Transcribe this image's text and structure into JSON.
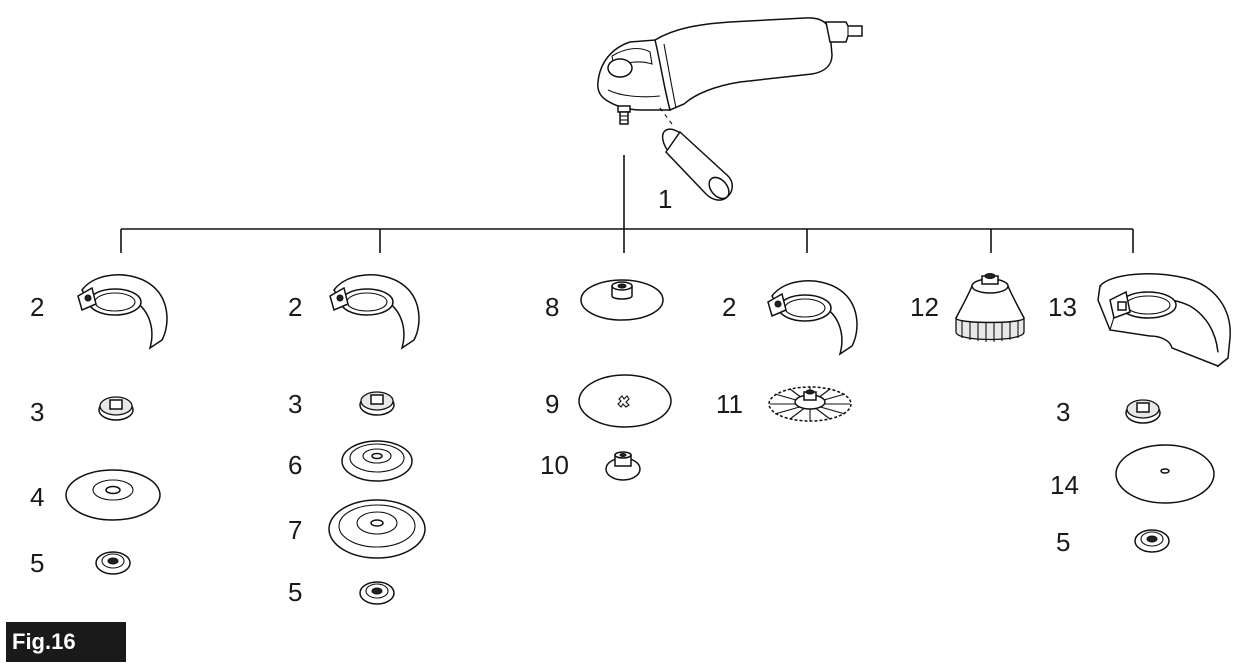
{
  "figure_label": "Fig.16",
  "item_numbers": {
    "n1": "1",
    "col1": [
      "2",
      "3",
      "4",
      "5"
    ],
    "col2": [
      "2",
      "3",
      "6",
      "7",
      "5"
    ],
    "col3": [
      "8",
      "9",
      "10"
    ],
    "col4": [
      "2",
      "11"
    ],
    "col5": [
      "12"
    ],
    "col6": [
      "13",
      "3",
      "14",
      "5"
    ]
  }
}
